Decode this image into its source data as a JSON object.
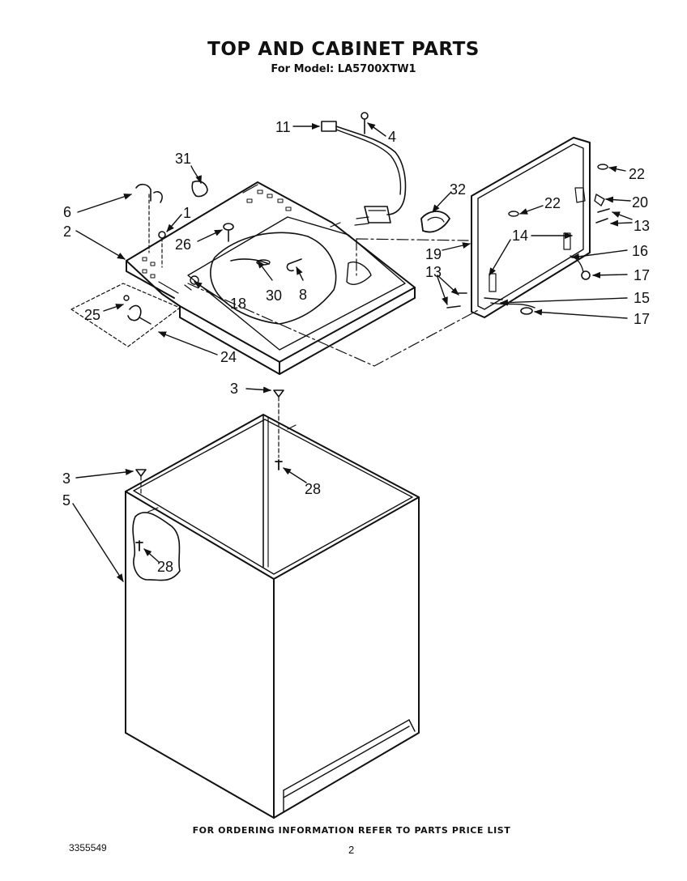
{
  "header": {
    "title": "TOP AND CABINET PARTS",
    "subtitle": "For Model: LA5700XTW1"
  },
  "footer": {
    "note": "FOR ORDERING INFORMATION REFER TO PARTS PRICE LIST",
    "doc_number": "3355549",
    "page_number": "2"
  },
  "callouts": [
    {
      "id": "c11a",
      "label": "11"
    },
    {
      "id": "c4",
      "label": "4"
    },
    {
      "id": "c31",
      "label": "31"
    },
    {
      "id": "c32",
      "label": "32"
    },
    {
      "id": "c22a",
      "label": "22"
    },
    {
      "id": "c22b",
      "label": "22"
    },
    {
      "id": "c20",
      "label": "20"
    },
    {
      "id": "c13a",
      "label": "13"
    },
    {
      "id": "c16",
      "label": "16"
    },
    {
      "id": "c17a",
      "label": "17"
    },
    {
      "id": "c15",
      "label": "15"
    },
    {
      "id": "c17b",
      "label": "17"
    },
    {
      "id": "c14",
      "label": "14"
    },
    {
      "id": "c19",
      "label": "19"
    },
    {
      "id": "c13b",
      "label": "13"
    },
    {
      "id": "c6",
      "label": "6"
    },
    {
      "id": "c1",
      "label": "1"
    },
    {
      "id": "c2",
      "label": "2"
    },
    {
      "id": "c26",
      "label": "26"
    },
    {
      "id": "c30",
      "label": "30"
    },
    {
      "id": "c8",
      "label": "8"
    },
    {
      "id": "c18",
      "label": "18"
    },
    {
      "id": "c25",
      "label": "25"
    },
    {
      "id": "c24",
      "label": "24"
    },
    {
      "id": "c3a",
      "label": "3"
    },
    {
      "id": "c28a",
      "label": "28"
    },
    {
      "id": "c3b",
      "label": "3"
    },
    {
      "id": "c5",
      "label": "5"
    },
    {
      "id": "c28b",
      "label": "28"
    }
  ]
}
